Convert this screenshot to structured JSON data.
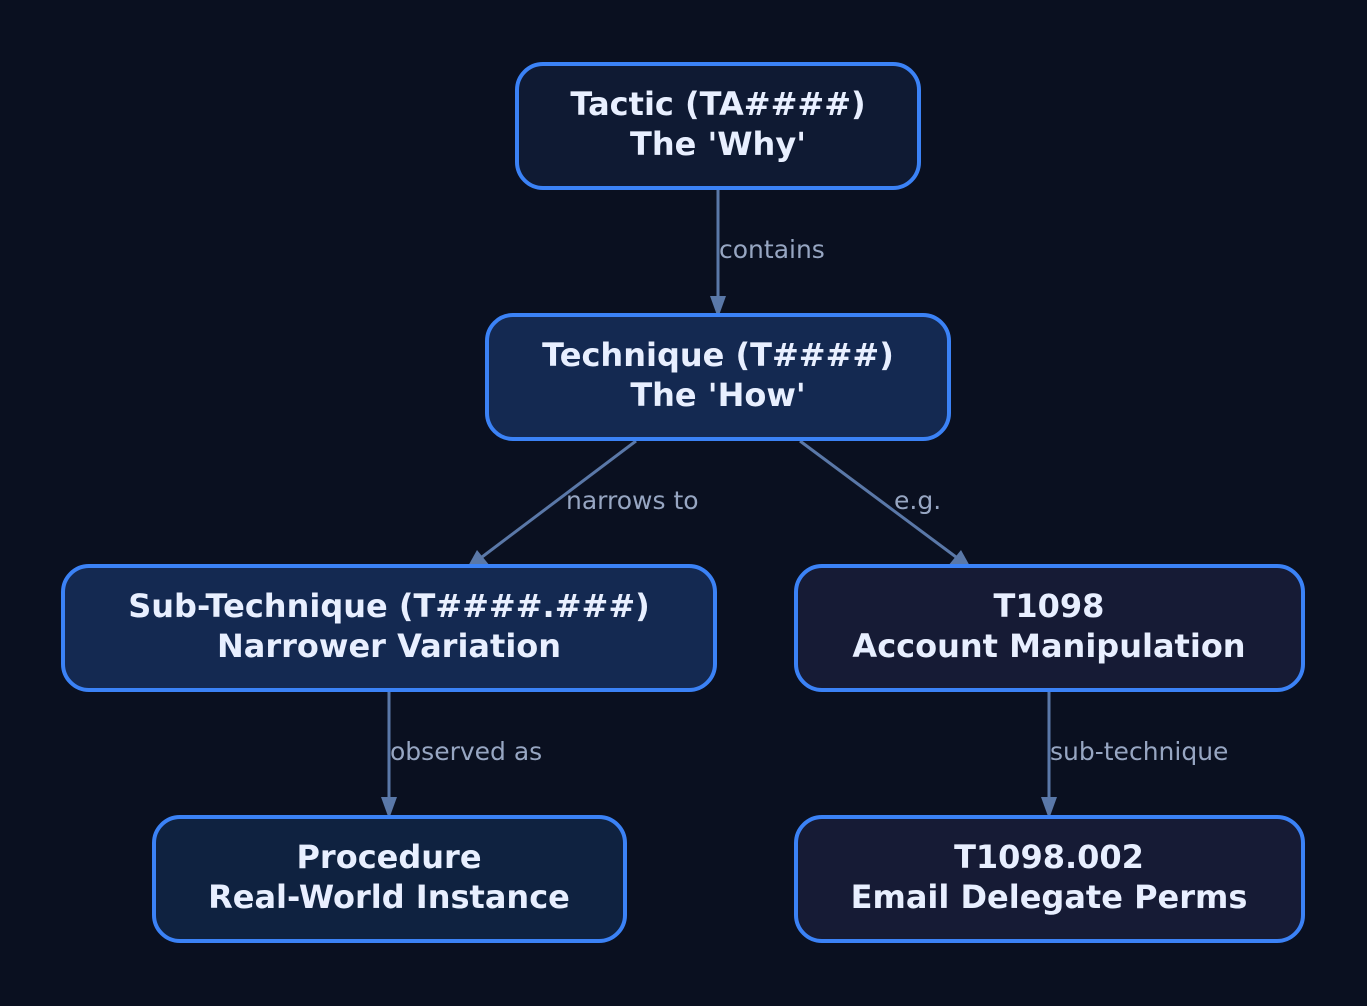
{
  "colors": {
    "background": "#0a1020",
    "node_border": "#3b82f6",
    "node_text": "#e8efff",
    "edge": "#5a78a8",
    "edge_label": "#97a6c2",
    "fill_tactic": "#0f1a33",
    "fill_technique": "#142951",
    "fill_subtechnique": "#142951",
    "fill_procedure": "#0f2240",
    "fill_example": "#161b35"
  },
  "nodes": {
    "tactic": {
      "title": "Tactic (TA####)",
      "subtitle": "The 'Why'"
    },
    "technique": {
      "title": "Technique (T####)",
      "subtitle": "The 'How'"
    },
    "subtechnique": {
      "title": "Sub-Technique (T####.###)",
      "subtitle": "Narrower Variation"
    },
    "example_technique": {
      "title": "T1098",
      "subtitle": "Account Manipulation"
    },
    "procedure": {
      "title": "Procedure",
      "subtitle": "Real-World Instance"
    },
    "example_subtechnique": {
      "title": "T1098.002",
      "subtitle": "Email Delegate Perms"
    }
  },
  "edges": {
    "tactic_technique": {
      "label": "contains"
    },
    "technique_subtechnique": {
      "label": "narrows to"
    },
    "technique_example": {
      "label": "e.g."
    },
    "subtechnique_procedure": {
      "label": "observed as"
    },
    "example_subexample": {
      "label": "sub-technique"
    }
  }
}
